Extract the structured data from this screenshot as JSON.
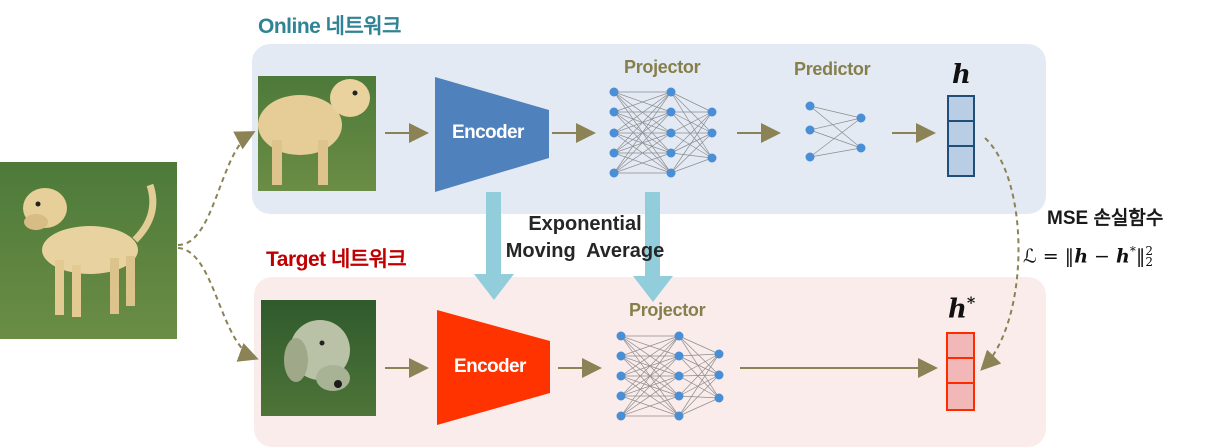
{
  "online": {
    "title": "Online 네트워크",
    "encoder_label": "Encoder",
    "projector_label": "Projector",
    "predictor_label": "Predictor",
    "output_symbol": "h"
  },
  "target": {
    "title": "Target 네트워크",
    "encoder_label": "Encoder",
    "projector_label": "Projector",
    "output_symbol": "h",
    "output_superscript": "*"
  },
  "ema": {
    "line1": "Exponential",
    "line2": "Moving  Average"
  },
  "loss": {
    "title": "MSE 손실함수",
    "formula_lhs": "ℒ = ‖",
    "formula_h": "h",
    "formula_minus": " − ",
    "formula_hstar": "h",
    "formula_star": "*",
    "formula_close": "‖",
    "formula_sup": "2",
    "formula_sub": "2"
  },
  "colors": {
    "online_title": "#2f8395",
    "target_title": "#c00000",
    "online_encoder": "#4f81bd",
    "target_encoder": "#ff3300",
    "arrow": "#8b8356",
    "ema_arrow": "#92cddc",
    "node": "#4a8fd6",
    "online_output_fill": "#b9cde5",
    "online_output_stroke": "#1f4e79",
    "target_output_fill": "#f2b8b8",
    "target_output_stroke": "#ff2a00"
  }
}
